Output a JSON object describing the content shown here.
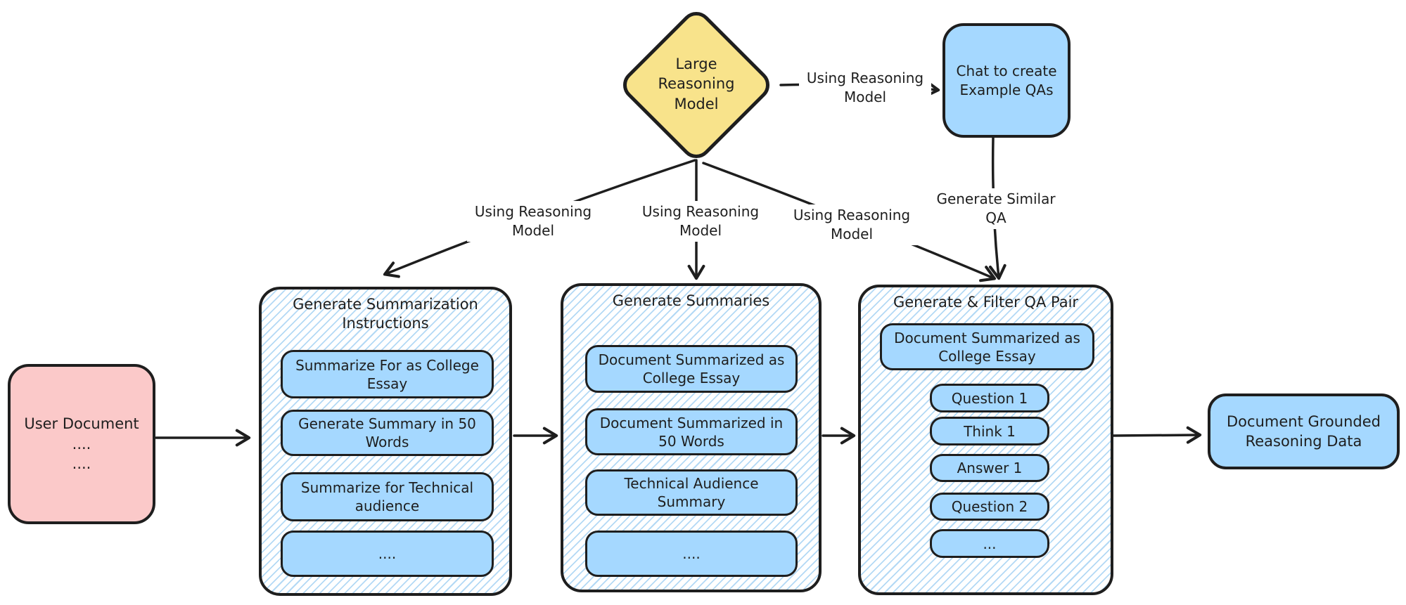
{
  "diagram": {
    "diamond_label": "Large\nReasoning\nModel",
    "chat_box_label": "Chat to create\nExample QAs",
    "user_document_label": "User Document\n....\n....",
    "output_label": "Document Grounded\nReasoning Data",
    "edge_labels": {
      "to_chat": "Using Reasoning\nModel",
      "to_instructions": "Using Reasoning\nModel",
      "to_summaries": "Using Reasoning\nModel",
      "to_qa": "Using Reasoning\nModel",
      "generate_similar": "Generate Similar\nQA"
    },
    "containers": [
      {
        "title": "Generate Summarization\nInstructions",
        "items": [
          "Summarize For as College\nEssay",
          "Generate Summary in 50\nWords",
          "Summarize for Technical\naudience",
          "...."
        ]
      },
      {
        "title": "Generate Summaries",
        "items": [
          "Document Summarized as\nCollege Essay",
          "Document Summarized in\n50 Words",
          "Technical Audience\nSummary",
          "...."
        ]
      },
      {
        "title": "Generate & Filter QA Pair",
        "items": [
          "Document Summarized as\nCollege Essay",
          "Question 1",
          "Think 1",
          "Answer 1",
          "Question 2",
          "..."
        ]
      }
    ],
    "colors": {
      "yellow": "#f8e38b",
      "blue": "#a5d8ff",
      "pink": "#fbc9c9",
      "stroke": "#1e1e1e",
      "hatch": "#b3d9f5"
    }
  }
}
